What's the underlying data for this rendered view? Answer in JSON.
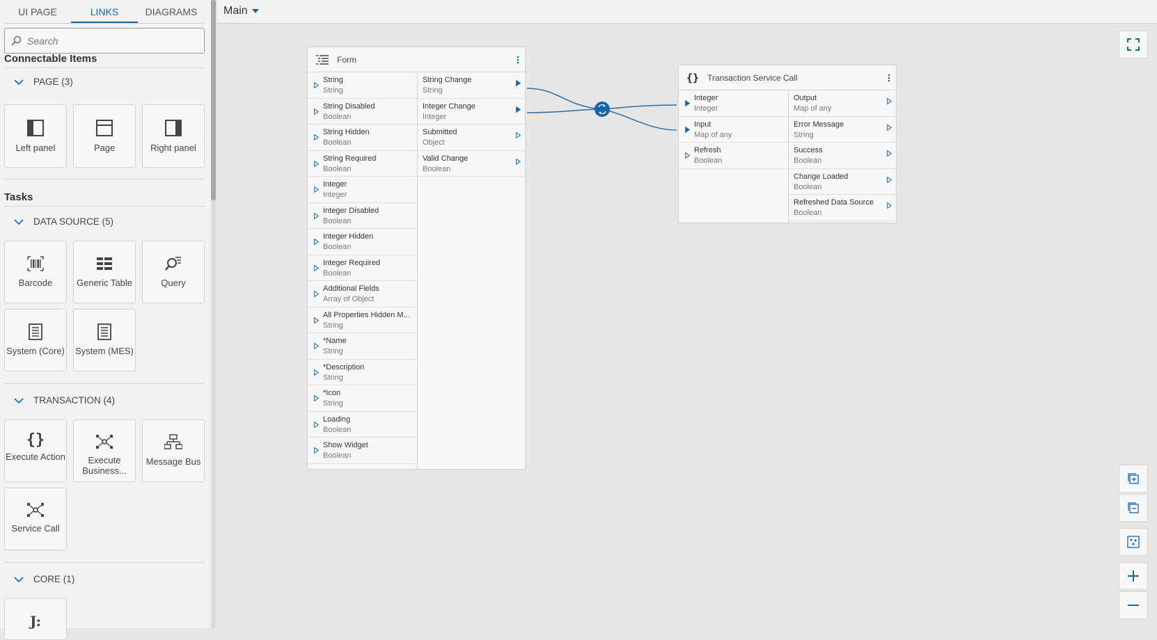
{
  "tabs": [
    {
      "label": "UI PAGE"
    },
    {
      "label": "LINKS"
    },
    {
      "label": "DIAGRAMS"
    }
  ],
  "search": {
    "placeholder": "Search"
  },
  "connectable": {
    "title": "Connectable Items",
    "page_group": {
      "label": "PAGE (3)",
      "items": [
        {
          "label": "Left panel"
        },
        {
          "label": "Page"
        },
        {
          "label": "Right panel"
        }
      ]
    }
  },
  "tasks": {
    "title": "Tasks",
    "data_source": {
      "label": "DATA SOURCE (5)",
      "items": [
        {
          "label": "Barcode"
        },
        {
          "label": "Generic Table"
        },
        {
          "label": "Query"
        },
        {
          "label": "System (Core)"
        },
        {
          "label": "System (MES)"
        }
      ]
    },
    "transaction": {
      "label": "TRANSACTION (4)",
      "items": [
        {
          "label": "Execute Action"
        },
        {
          "label": "Execute Business..."
        },
        {
          "label": "Message Bus"
        },
        {
          "label": "Service Call"
        }
      ]
    },
    "core": {
      "label": "CORE (1)"
    }
  },
  "topbar": {
    "view_label": "Main"
  },
  "form_node": {
    "title": "Form",
    "inputs": [
      {
        "name": "String",
        "type": "String"
      },
      {
        "name": "String Disabled",
        "type": "Boolean"
      },
      {
        "name": "String Hidden",
        "type": "Boolean"
      },
      {
        "name": "String Required",
        "type": "Boolean"
      },
      {
        "name": "Integer",
        "type": "Integer"
      },
      {
        "name": "Integer Disabled",
        "type": "Boolean"
      },
      {
        "name": "Integer Hidden",
        "type": "Boolean"
      },
      {
        "name": "Integer Required",
        "type": "Boolean"
      },
      {
        "name": "Additional Fields",
        "type": "Array of Object"
      },
      {
        "name": "All Properties Hidden M...",
        "type": "String"
      },
      {
        "name": "*Name",
        "type": "String"
      },
      {
        "name": "*Description",
        "type": "String"
      },
      {
        "name": "*Icon",
        "type": "String"
      },
      {
        "name": "Loading",
        "type": "Boolean"
      },
      {
        "name": "Show Widget",
        "type": "Boolean"
      }
    ],
    "outputs": [
      {
        "name": "String Change",
        "type": "String"
      },
      {
        "name": "Integer Change",
        "type": "Integer"
      },
      {
        "name": "Submitted",
        "type": "Object"
      },
      {
        "name": "Valid Change",
        "type": "Boolean"
      }
    ]
  },
  "tsc_node": {
    "title": "Transaction Service Call",
    "inputs": [
      {
        "name": "Integer",
        "type": "Integer"
      },
      {
        "name": "Input",
        "type": "Map of any"
      },
      {
        "name": "Refresh",
        "type": "Boolean"
      }
    ],
    "outputs": [
      {
        "name": "Output",
        "type": "Map of any"
      },
      {
        "name": "Error Message",
        "type": "String"
      },
      {
        "name": "Success",
        "type": "Boolean"
      },
      {
        "name": "Change Loaded",
        "type": "Boolean"
      },
      {
        "name": "Refreshed Data Source",
        "type": "Boolean"
      }
    ]
  },
  "colors": {
    "accent": "#1565a8",
    "wire": "#2a6fa8"
  }
}
